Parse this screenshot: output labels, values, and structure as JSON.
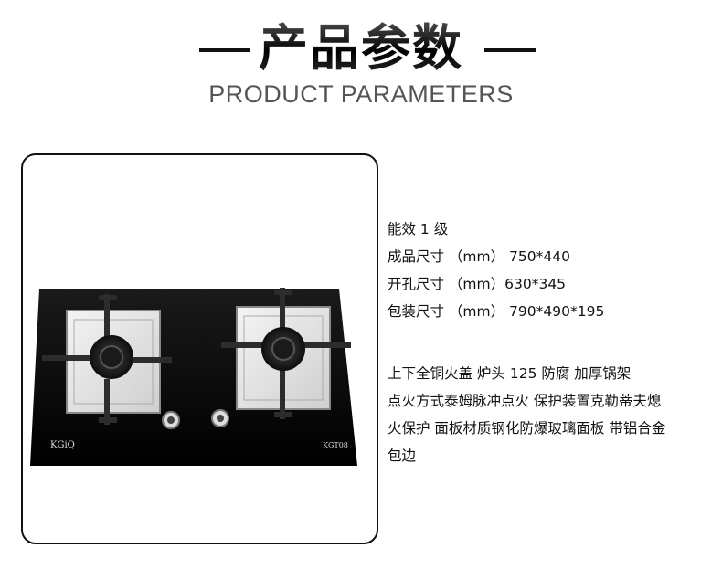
{
  "header": {
    "title_cn": "产品参数",
    "title_en": "PRODUCT PARAMETERS"
  },
  "product": {
    "brand_label": "KGiQ",
    "model_label": "KGT08",
    "glass_color": "#000000",
    "pan_support_color": "#333333"
  },
  "specs": [
    "能效 1 级",
    "成品尺寸 （mm）  750*440",
    "开孔尺寸 （mm）630*345",
    "包装尺寸 （mm）  790*490*195"
  ],
  "features": [
    "上下全铜火盖  炉头 125 防腐  加厚锅架",
    "点火方式泰姆脉冲点火  保护装置克勒蒂夫熄",
    "火保护  面板材质钢化防爆玻璃面板  带铝合金",
    "包边"
  ]
}
